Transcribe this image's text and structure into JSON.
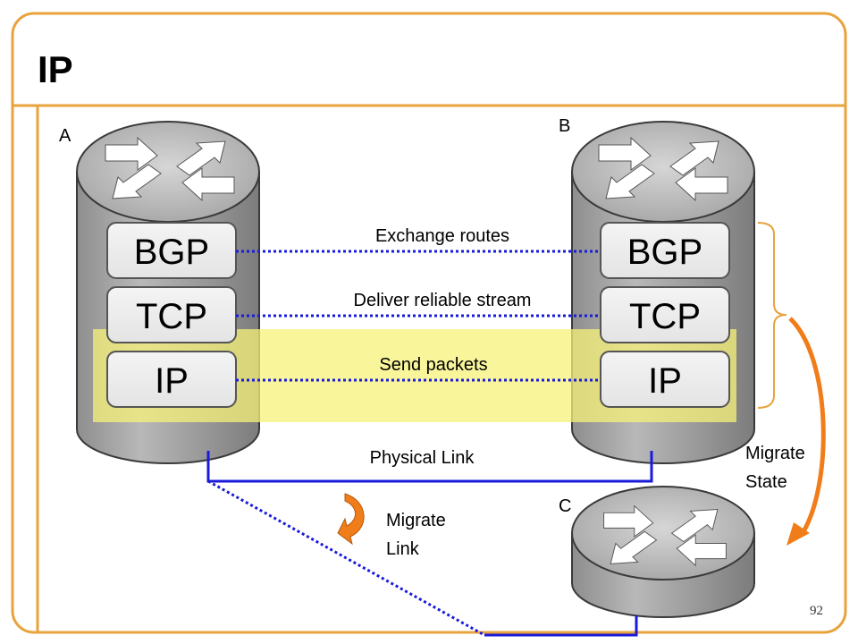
{
  "slide": {
    "title": "IP",
    "page_number": "92"
  },
  "routers": {
    "a": {
      "label": "A",
      "layers": [
        "BGP",
        "TCP",
        "IP"
      ]
    },
    "b": {
      "label": "B",
      "layers": [
        "BGP",
        "TCP",
        "IP"
      ]
    },
    "c": {
      "label": "C"
    }
  },
  "connections": {
    "exchange_routes": "Exchange routes",
    "deliver_reliable_stream": "Deliver reliable stream",
    "send_packets": "Send packets",
    "physical_link": "Physical Link"
  },
  "annotations": {
    "migrate_link": [
      "Migrate",
      "Link"
    ],
    "migrate_state": [
      "Migrate",
      "State"
    ]
  },
  "colors": {
    "frame": "#e8a33c",
    "link": "#1a1adb",
    "highlight": "#f7f27a",
    "arrow": "#f07d1a"
  }
}
